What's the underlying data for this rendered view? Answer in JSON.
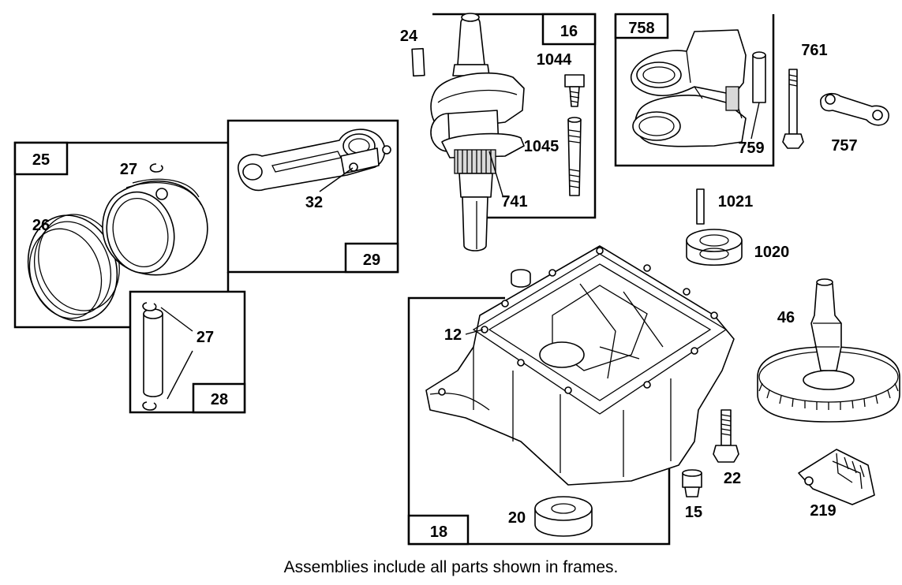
{
  "caption": "Assemblies include all parts shown in frames.",
  "assemblies": {
    "a25": "25",
    "a29": "29",
    "a28": "28",
    "a16": "16",
    "a758": "758",
    "a18": "18"
  },
  "parts": {
    "p24": "24",
    "p1044": "1044",
    "p1045": "1045",
    "p741": "741",
    "p761": "761",
    "p759": "759",
    "p757": "757",
    "p27a": "27",
    "p26": "26",
    "p32": "32",
    "p27b": "27",
    "p1021": "1021",
    "p1020": "1020",
    "p46": "46",
    "p12": "12",
    "p22": "22",
    "p15": "15",
    "p20": "20",
    "p219": "219"
  }
}
